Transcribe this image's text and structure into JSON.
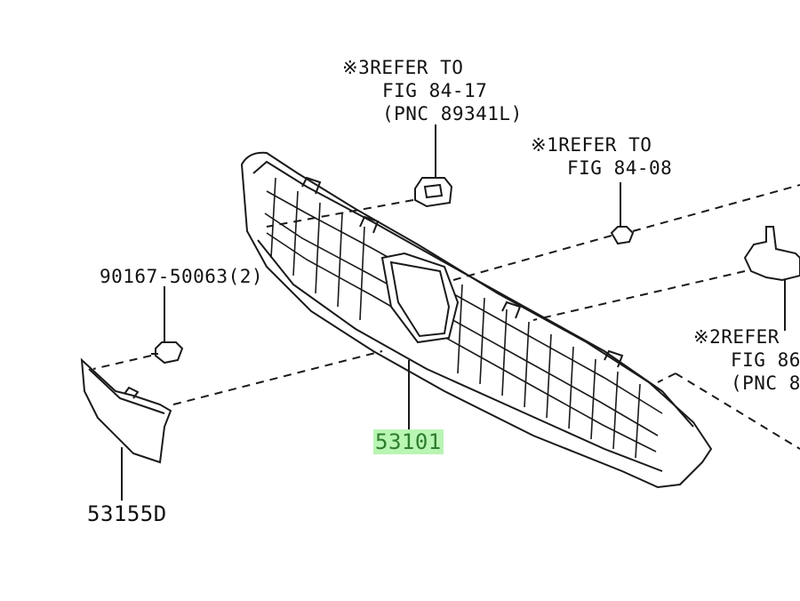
{
  "labels": {
    "ref3_line1": "※3REFER TO",
    "ref3_line2": "FIG 84-17",
    "ref3_line3": "(PNC 89341L)",
    "ref1_line1": "※1REFER TO",
    "ref1_line2": "FIG 84-08",
    "ref2_line1": "※2REFER",
    "ref2_line2": "FIG 86",
    "ref2_line3": "(PNC 8",
    "bolt_part": "90167-50063(2)",
    "grille_part": "53101",
    "cover_part": "53155D"
  },
  "colors": {
    "line": "#1a1a1a",
    "highlight_bg": "#b9f5b3",
    "highlight_text": "#2d7d2d"
  }
}
